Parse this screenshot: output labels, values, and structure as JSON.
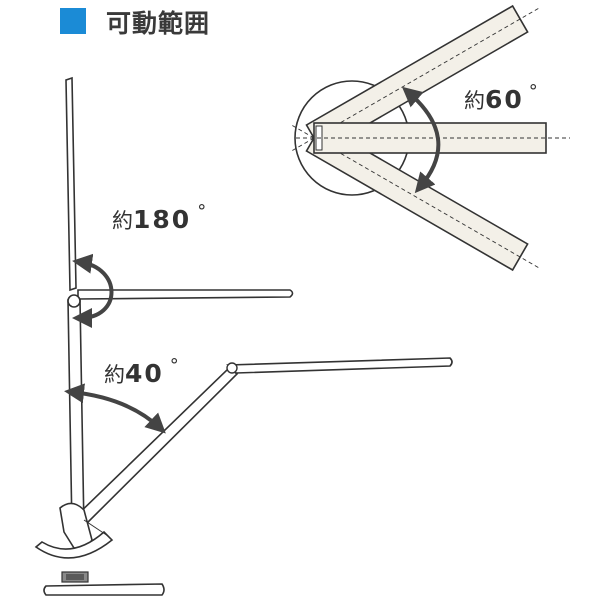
{
  "header": {
    "title": "可動範囲",
    "accent_color": "#1b8bd6"
  },
  "angles": [
    {
      "id": "head-rotation",
      "prefix": "約",
      "value": "60",
      "unit": "°"
    },
    {
      "id": "head-tilt",
      "prefix": "約",
      "value": "180",
      "unit": "°"
    },
    {
      "id": "arm-swing",
      "prefix": "約",
      "value": "40",
      "unit": "°"
    }
  ],
  "colors": {
    "line": "#333333",
    "arm_fill": "#f3f0e8",
    "arrow": "#444444"
  }
}
